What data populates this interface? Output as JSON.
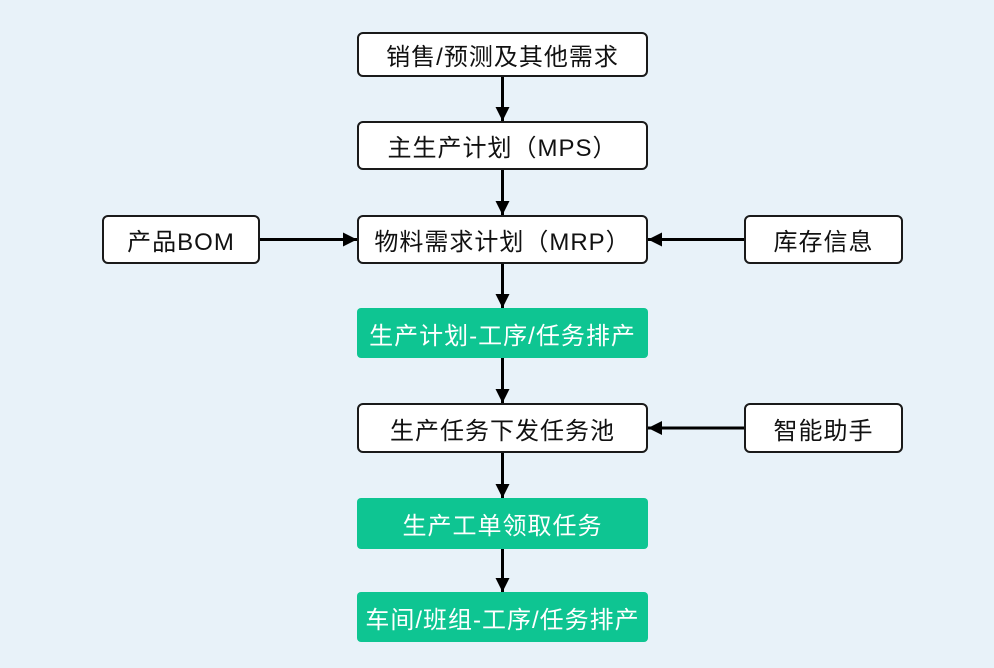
{
  "diagram": {
    "background_color": "#e8f2f9",
    "accent_green": "#0ec592",
    "box_border_color": "#1a1a1a",
    "arrow_color": "#000000",
    "nodes": {
      "sales": {
        "label": "销售/预测及其他需求",
        "style": "outline"
      },
      "mps": {
        "label": "主生产计划（MPS）",
        "style": "outline"
      },
      "bom": {
        "label": "产品BOM",
        "style": "outline"
      },
      "mrp": {
        "label": "物料需求计划（MRP）",
        "style": "outline"
      },
      "inventory": {
        "label": "库存信息",
        "style": "outline"
      },
      "plan": {
        "label": "生产计划-工序/任务排产",
        "style": "green"
      },
      "pool": {
        "label": "生产任务下发任务池",
        "style": "outline"
      },
      "assistant": {
        "label": "智能助手",
        "style": "outline"
      },
      "workorder": {
        "label": "生产工单领取任务",
        "style": "green"
      },
      "workshop": {
        "label": "车间/班组-工序/任务排产",
        "style": "green"
      }
    },
    "edges": [
      {
        "from": "sales",
        "to": "mps",
        "dir": "down"
      },
      {
        "from": "mps",
        "to": "mrp",
        "dir": "down"
      },
      {
        "from": "bom",
        "to": "mrp",
        "dir": "right"
      },
      {
        "from": "inventory",
        "to": "mrp",
        "dir": "left"
      },
      {
        "from": "mrp",
        "to": "plan",
        "dir": "down"
      },
      {
        "from": "plan",
        "to": "pool",
        "dir": "down"
      },
      {
        "from": "assistant",
        "to": "pool",
        "dir": "left"
      },
      {
        "from": "pool",
        "to": "workorder",
        "dir": "down"
      },
      {
        "from": "workorder",
        "to": "workshop",
        "dir": "down"
      }
    ]
  }
}
